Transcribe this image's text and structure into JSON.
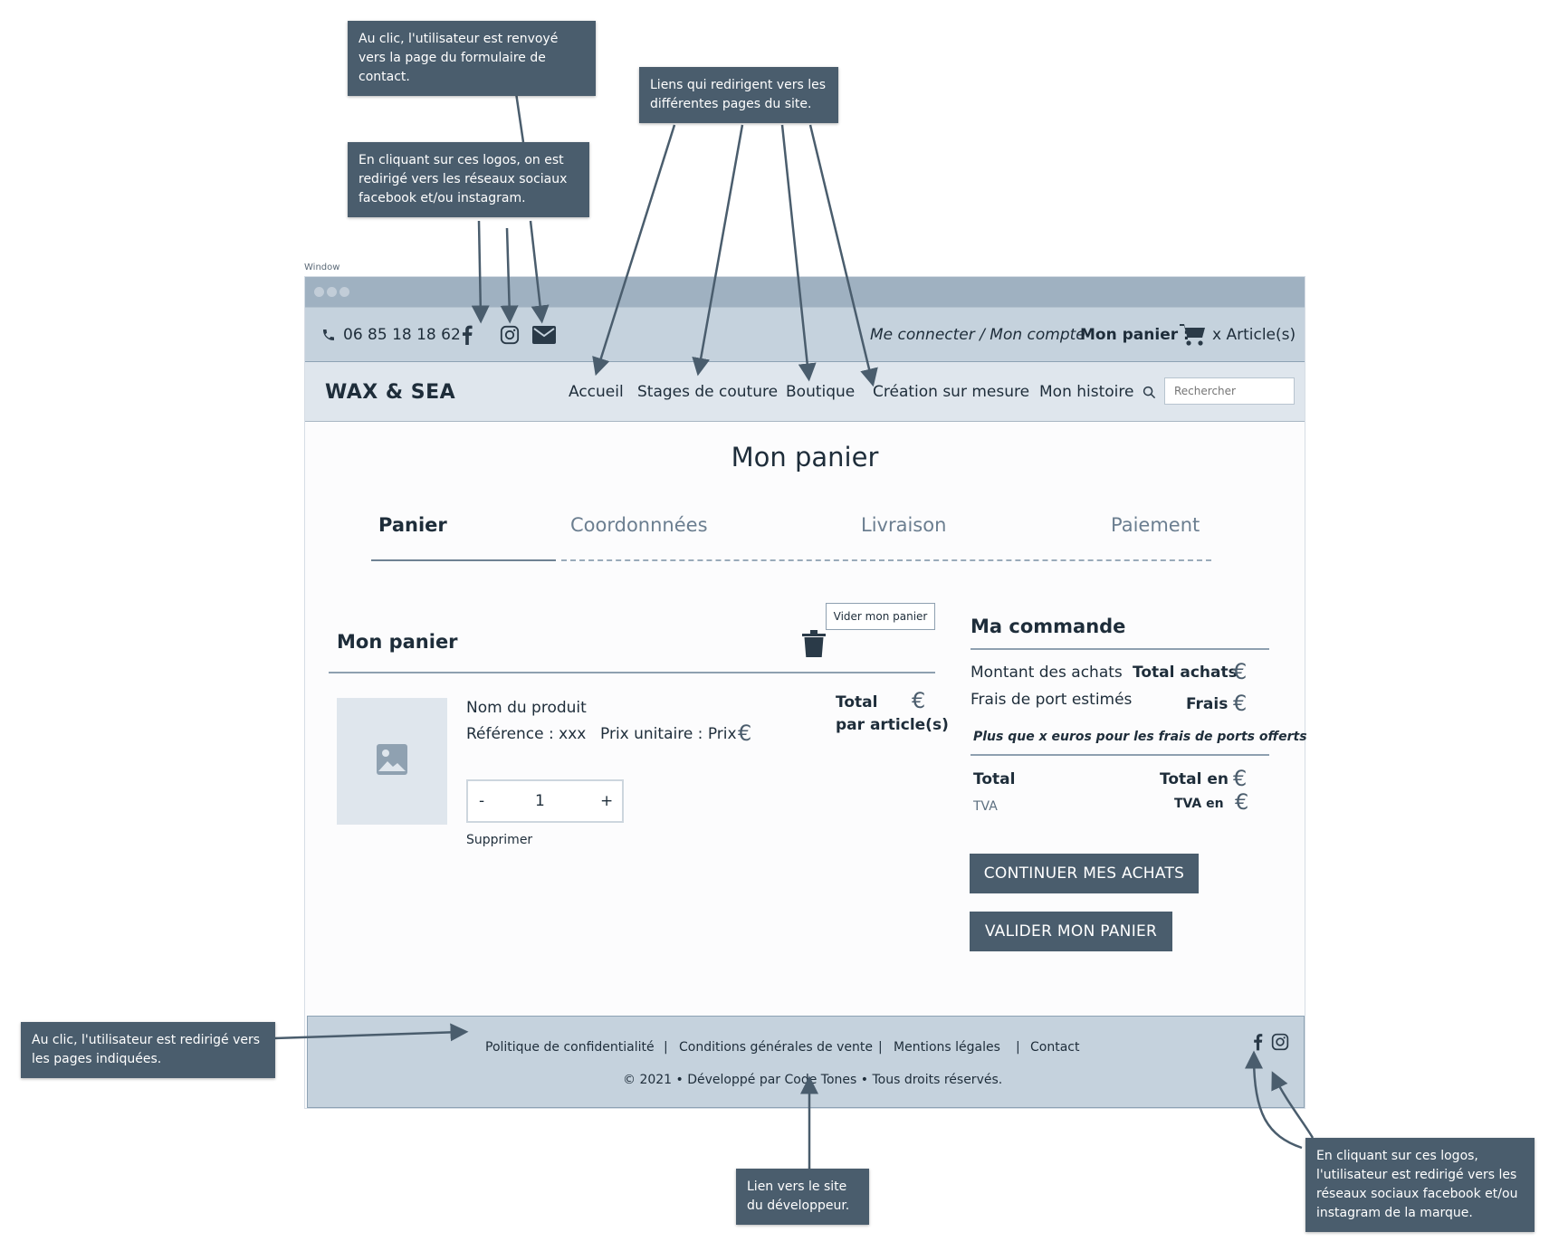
{
  "window": {
    "label": "Window"
  },
  "topbar": {
    "phone": "06 85 18 18 62",
    "account": "Me connecter / Mon compte",
    "cart_label": "Mon panier :",
    "cart_count": "x Article(s)"
  },
  "navbar": {
    "logo": "WAX & SEA",
    "links": [
      "Accueil",
      "Stages de couture",
      "Boutique",
      "Création sur mesure",
      "Mon histoire"
    ],
    "search_placeholder": "Rechercher"
  },
  "page": {
    "title": "Mon panier",
    "steps": [
      "Panier",
      "Coordonnnées",
      "Livraison",
      "Paiement"
    ]
  },
  "cart": {
    "title": "Mon panier",
    "empty_button": "Vider mon panier",
    "item": {
      "name": "Nom du produit",
      "reference": "Référence : xxx",
      "unit_price": "Prix unitaire : Prix",
      "currency": "€",
      "total_line1": "Total",
      "total_line2": "par article(s)",
      "qty_minus": "-",
      "qty_value": "1",
      "qty_plus": "+",
      "remove": "Supprimer"
    }
  },
  "order": {
    "title": "Ma commande",
    "purchases_label": "Montant des achats",
    "purchases_value": "Total achats",
    "shipping_label": "Frais de port estimés",
    "shipping_value": "Frais",
    "free_shipping_note": "Plus que x euros pour les frais de ports offerts",
    "total_label": "Total",
    "total_value": "Total en",
    "vat_label": "TVA",
    "vat_value": "TVA en",
    "currency": "€",
    "continue_button": "CONTINUER MES ACHATS",
    "validate_button": "VALIDER MON PANIER"
  },
  "footer": {
    "links": [
      "Politique de confidentialité",
      "Conditions générales de vente",
      "Mentions légales",
      "Contact"
    ],
    "separator": "|",
    "copyright": "© 2021 • Développé par Code Tones • Tous droits réservés."
  },
  "annotations": {
    "contact": "Au clic, l'utilisateur est renvoyé vers la page du formulaire de contact.",
    "social_top": "En cliquant sur ces logos, on est redirigé vers les réseaux sociaux facebook et/ou instagram.",
    "nav_links": "Liens qui redirigent vers les différentes pages du site.",
    "footer_links": "Au clic, l'utilisateur est redirigé vers les pages indiquées.",
    "developer": "Lien vers le site du développeur.",
    "social_footer": "En cliquant sur ces logos, l'utilisateur est redirigé vers les réseaux sociaux facebook et/ou instagram de la marque."
  },
  "colors": {
    "annotation_bg": "#4a5d6d",
    "topbar_bg": "#c5d2dd",
    "navbar_bg": "#dfe6ed",
    "button_bg": "#4a5d6d"
  },
  "icons": [
    "phone-icon",
    "facebook-icon",
    "instagram-icon",
    "mail-icon",
    "cart-icon",
    "search-icon",
    "trash-icon",
    "image-icon"
  ]
}
